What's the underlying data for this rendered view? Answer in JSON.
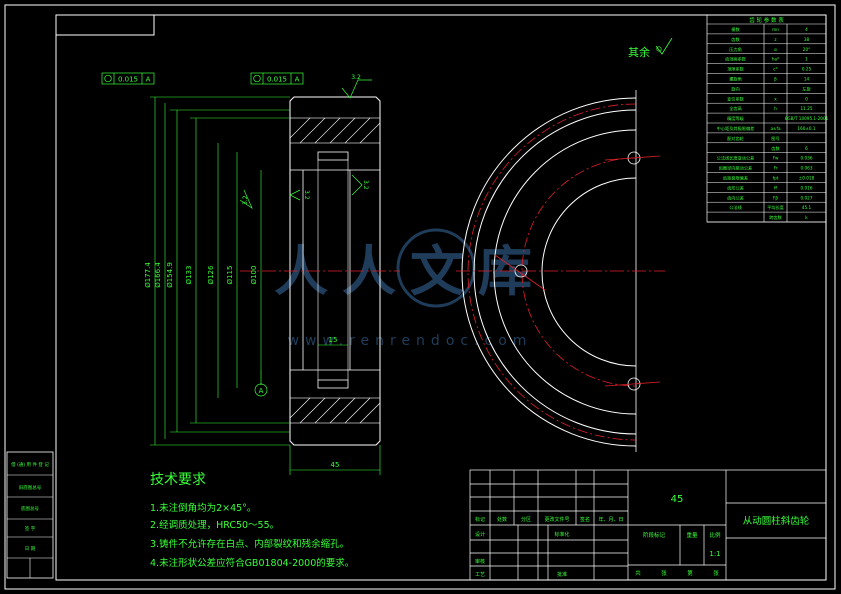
{
  "drawing": {
    "surface_finish_other": "其余",
    "finish_main": "3.2",
    "finish_side_left": "3.2",
    "finish_side_right": "3.2",
    "finish_mid": "3.2",
    "tolerance_left": {
      "value": "0.015",
      "datum": "A"
    },
    "tolerance_right": {
      "value": "0.015",
      "datum": "A"
    },
    "dims": [
      "Ø177.4",
      "Ø166.4",
      "Ø154.9",
      "Ø126",
      "Ø115",
      "Ø100",
      "Ø133"
    ],
    "dim_45": "45",
    "dim_15": "15",
    "chamfer_label": "1.5",
    "datum_A": "A"
  },
  "tech_requirements": {
    "title": "技术要求",
    "items": [
      "1.未注倒角均为2×45°。",
      "2.经调质处理，HRC50～55。",
      "3.铸件不允许存在白点、内部裂纹和残余缩孔。",
      "4.未注形状公差应符合GB01804-2000的要求。"
    ]
  },
  "param_table": {
    "header": "齿 轮 参 数 表",
    "rows": [
      [
        "模数",
        "mn",
        "4"
      ],
      [
        "齿数",
        "z",
        "38"
      ],
      [
        "压力角",
        "α",
        "20°"
      ],
      [
        "齿顶高系数",
        "ha*",
        "1"
      ],
      [
        "顶隙系数",
        "c*",
        "0.25"
      ],
      [
        "螺旋角",
        "β",
        "14"
      ],
      [
        "旋向",
        "",
        "左旋"
      ],
      [
        "变位系数",
        "x",
        "0"
      ],
      [
        "全齿高",
        "h",
        "11.25"
      ],
      [
        "精度等级",
        "",
        "8GB/T 10095.1-2001"
      ],
      [
        "中心距及其极限偏差",
        "a±fa",
        "160±0.1"
      ],
      [
        "配对齿轮",
        "图号",
        ""
      ],
      [
        "",
        "齿数",
        "6"
      ],
      [
        "公法线长度变动公差",
        "Fw",
        "0.036"
      ],
      [
        "齿圈径向跳动公差",
        "Fr",
        "0.063"
      ],
      [
        "齿距极限偏差",
        "fpt",
        "±0.018"
      ],
      [
        "齿形公差",
        "ff",
        "0.016"
      ],
      [
        "齿向公差",
        "Fβ",
        "0.027"
      ],
      [
        "公法线",
        "平均长度",
        "45.1"
      ],
      [
        "",
        "跨齿数",
        "k"
      ]
    ]
  },
  "title_block": {
    "material": "45",
    "part_name": "从动圆柱斜齿轮",
    "scale": "1:1",
    "row_labels": [
      "标记",
      "处数",
      "分区",
      "更改文件号",
      "签名",
      "年、月、日"
    ],
    "roles": [
      "设计",
      "标准化",
      "审核",
      "工艺",
      "批准"
    ],
    "stage_labels": [
      "阶段标记",
      "重量",
      "比例"
    ],
    "sheet_labels": [
      "共",
      "张",
      "第",
      "张"
    ]
  },
  "left_stamp": {
    "items": [
      "借 (通) 用 件 登 记",
      "旧底图总号",
      "底图总号",
      "签 字",
      "日 期"
    ]
  },
  "watermark": {
    "brand": "人人文库",
    "url": "www.renrendoc.com"
  }
}
